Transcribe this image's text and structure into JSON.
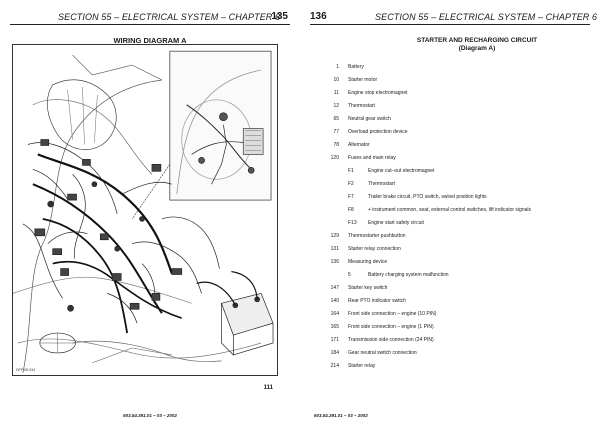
{
  "left_page": {
    "header_title": "SECTION 55 – ELECTRICAL SYSTEM – CHAPTER 6",
    "page_number": "135",
    "diagram_title": "WIRING DIAGRAM A",
    "diagram_code": "DPF·08·034",
    "diagram_page": "111",
    "footer": "603.54.391.01 – 03 – 2002"
  },
  "right_page": {
    "page_number": "136",
    "header_title": "SECTION 55 – ELECTRICAL SYSTEM – CHAPTER 6",
    "circuit_title_line1": "STARTER AND RECHARGING CIRCUIT",
    "circuit_title_line2": "(Diagram A)",
    "legend": [
      {
        "num": "1",
        "desc": "Battery",
        "sub": false
      },
      {
        "num": "10",
        "desc": "Starter motor",
        "sub": false
      },
      {
        "num": "11",
        "desc": "Engine stop electromagnet",
        "sub": false
      },
      {
        "num": "12",
        "desc": "Thermostart",
        "sub": false
      },
      {
        "num": "65",
        "desc": "Neutral gear switch",
        "sub": false
      },
      {
        "num": "77",
        "desc": "Overload protection device",
        "sub": false
      },
      {
        "num": "78",
        "desc": "Alternator",
        "sub": false
      },
      {
        "num": "120",
        "desc": "Fuses and main relay",
        "sub": false
      },
      {
        "num": "F1",
        "desc": "Engine cut–out electromagnet",
        "sub": true
      },
      {
        "num": "F2",
        "desc": "Thermostart",
        "sub": true
      },
      {
        "num": "F7",
        "desc": "Trailer brake circuit, PTO switch, swivel position lights",
        "sub": true
      },
      {
        "num": "F8",
        "desc": "+ instrument common, seat, external control switches, lift indicator signals",
        "sub": true
      },
      {
        "num": "F13",
        "desc": "Engine start safety circuit",
        "sub": true
      },
      {
        "num": "129",
        "desc": "Thermostarter pushbutton",
        "sub": false
      },
      {
        "num": "131",
        "desc": "Starter relay connection",
        "sub": false
      },
      {
        "num": "136",
        "desc": "Measuring device",
        "sub": false
      },
      {
        "num": "5",
        "desc": "Battery charging system malfunction",
        "sub": true
      },
      {
        "num": "147",
        "desc": "Starter key switch",
        "sub": false
      },
      {
        "num": "140",
        "desc": "Rear PTO indicator switch",
        "sub": false
      },
      {
        "num": "164",
        "desc": "Front side connection – engine (10 PIN)",
        "sub": false
      },
      {
        "num": "165",
        "desc": "Front side connection – engine (1 PIN)",
        "sub": false
      },
      {
        "num": "171",
        "desc": "Transmission side connection (24 PIN)",
        "sub": false
      },
      {
        "num": "184",
        "desc": "Gear neutral switch connection",
        "sub": false
      },
      {
        "num": "214",
        "desc": "Starter relay",
        "sub": false
      }
    ],
    "footer": "603.54.391.01 – 03 – 2002"
  }
}
